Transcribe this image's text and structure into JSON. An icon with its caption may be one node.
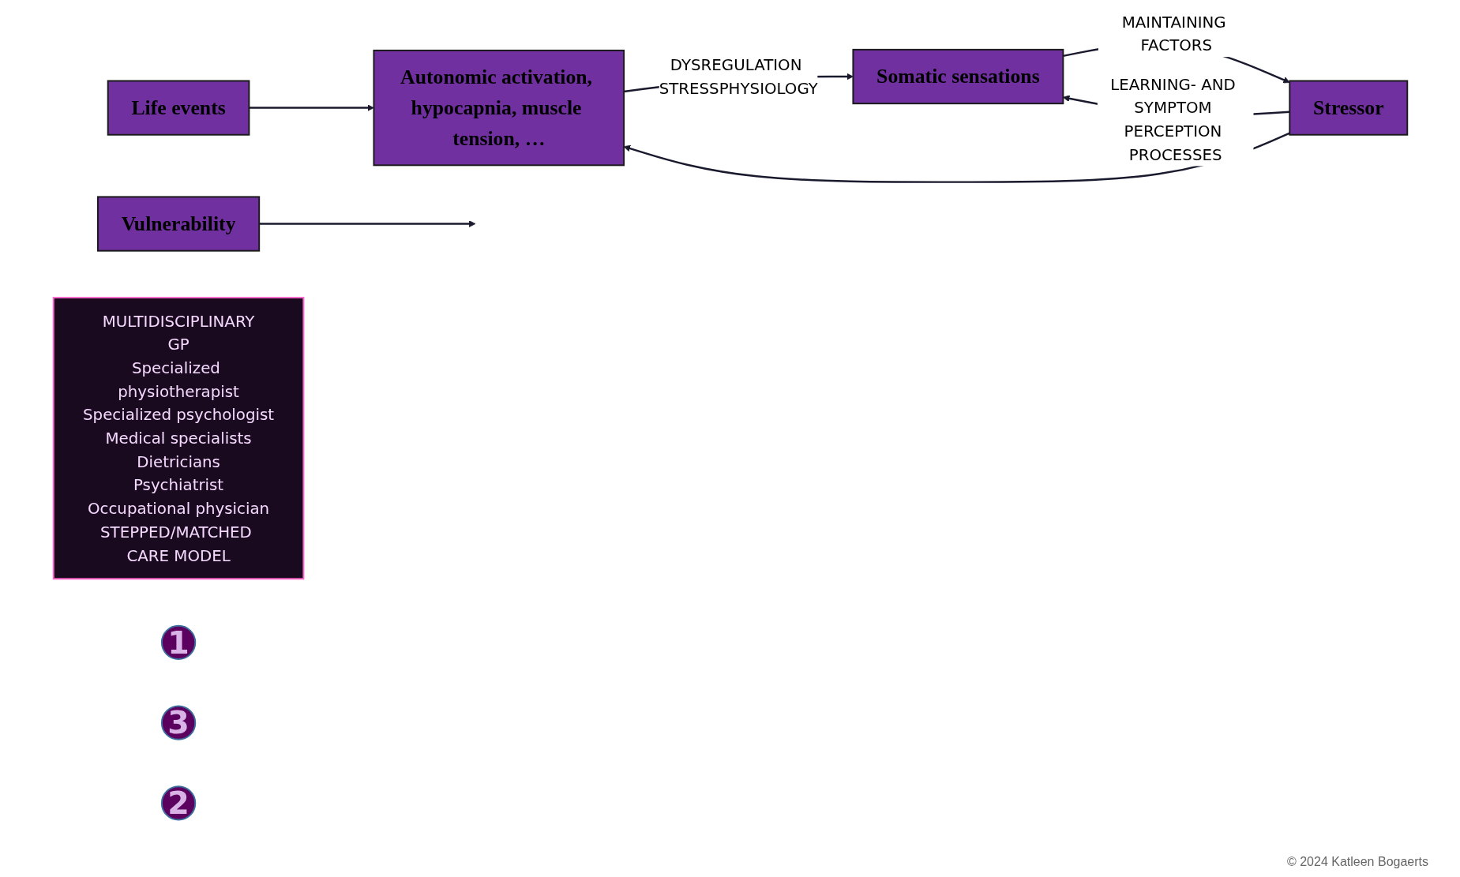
{
  "diagram": {
    "nodes": [
      {
        "text": [
          "Life events"
        ]
      },
      {
        "text": [
          "Autonomic activation, hypocapnia, muscle tension, …"
        ]
      },
      {
        "text": [
          "Vulnerability"
        ]
      },
      {
        "text": [
          "MULTIDISCIPLINARY",
          "GP",
          "Specialized physiotherapist",
          "Specialized psychologist",
          "Medical specialists",
          "Dietricians",
          "Psychiatrist",
          "Occupational physician",
          "STEPPED/MATCHED CARE MODEL"
        ]
      },
      {
        "text": [
          "Stressor"
        ]
      },
      {
        "text": [
          "Somatic sensations"
        ]
      },
      {
        "text": [
          "1"
        ]
      },
      {
        "text": [
          "3"
        ]
      },
      {
        "text": [
          "2"
        ]
      }
    ],
    "edges": [
      {
        "from": 0,
        "to": 1,
        "arrow": "to"
      },
      {
        "from": 2,
        "to": null,
        "arrow": "to"
      },
      {
        "from": 1,
        "to": 5,
        "arrow": "to",
        "label": "DYSREGULATION STRESSPHYSIOLOGY"
      },
      {
        "from": 4,
        "to": 1,
        "arrow": "to"
      },
      {
        "from": 4,
        "to": 5,
        "arrow": "to",
        "label": "LEARNING- AND SYMPTOM PERCEPTION PROCESSES"
      },
      {
        "from": 5,
        "to": 4,
        "arrow": "to",
        "label": "MAINTAINING FACTORS"
      }
    ],
    "labels": [
      "© 2024 Katleen Bogaerts"
    ]
  }
}
